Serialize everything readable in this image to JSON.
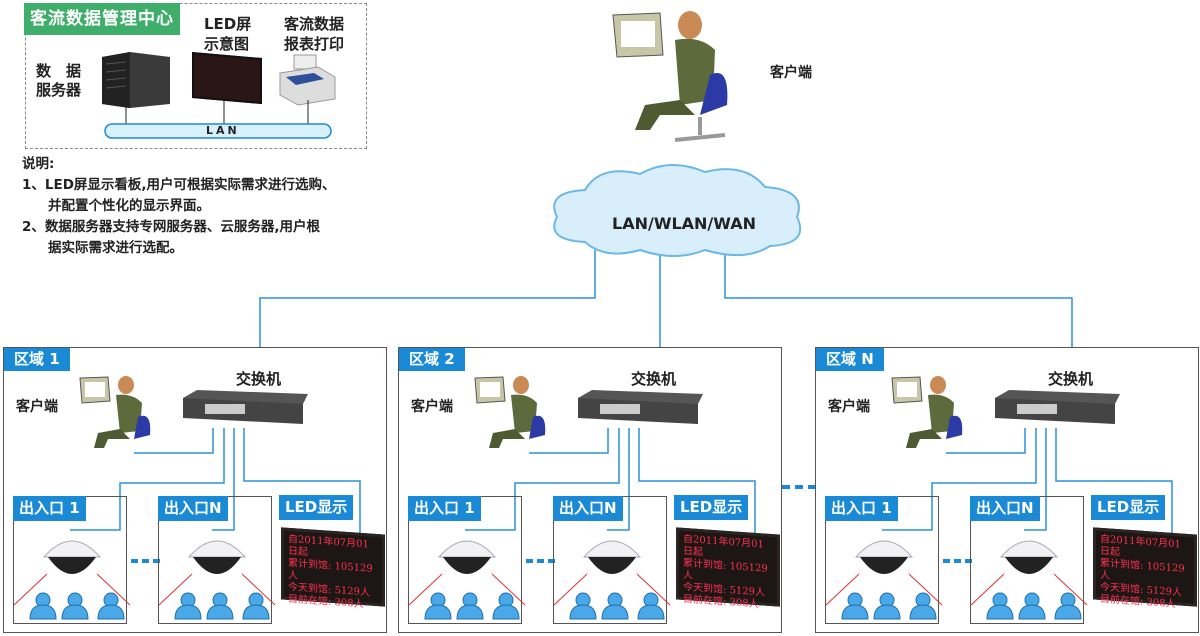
{
  "center": {
    "title": "客流数据管理中心",
    "server_label_1": "数　据",
    "server_label_2": "服务器",
    "led_label_1": "LED屏",
    "led_label_2": "示意图",
    "printer_label_1": "客流数据",
    "printer_label_2": "报表打印",
    "lan": "LAN"
  },
  "notes": {
    "heading": "说明:",
    "items": [
      {
        "line1": "1、LED屏显示看板,用户可根据实际需求进行选购、",
        "line2": "并配置个性化的显示界面。"
      },
      {
        "line1": "2、数据服务器支持专网服务器、云服务器,用户根",
        "line2": "据实际需求进行选配。"
      }
    ]
  },
  "top_client": {
    "label": "客户端"
  },
  "cloud": {
    "label": "LAN/WLAN/WAN"
  },
  "led_display": {
    "line1": "自2011年07月01日起",
    "line2_label": "累计到馆:",
    "line2_value": "105129人",
    "line3_label": "今天到馆:",
    "line3_value": "5129人",
    "line4_label": "目前在馆:",
    "line4_value": "308人"
  },
  "zones": [
    {
      "label": "区域 1",
      "client": "客户端",
      "switch": "交换机",
      "exit1": "出入口 1",
      "exitN": "出入口N",
      "led": "LED显示"
    },
    {
      "label": "区域 2",
      "client": "客户端",
      "switch": "交换机",
      "exit1": "出入口 1",
      "exitN": "出入口N",
      "led": "LED显示"
    },
    {
      "label": "区域 N",
      "client": "客户端",
      "switch": "交换机",
      "exit1": "出入口 1",
      "exitN": "出入口N",
      "led": "LED显示"
    }
  ],
  "colors": {
    "accent": "#1b8ad6",
    "green": "#3fae6a",
    "line": "#2a92d8"
  }
}
